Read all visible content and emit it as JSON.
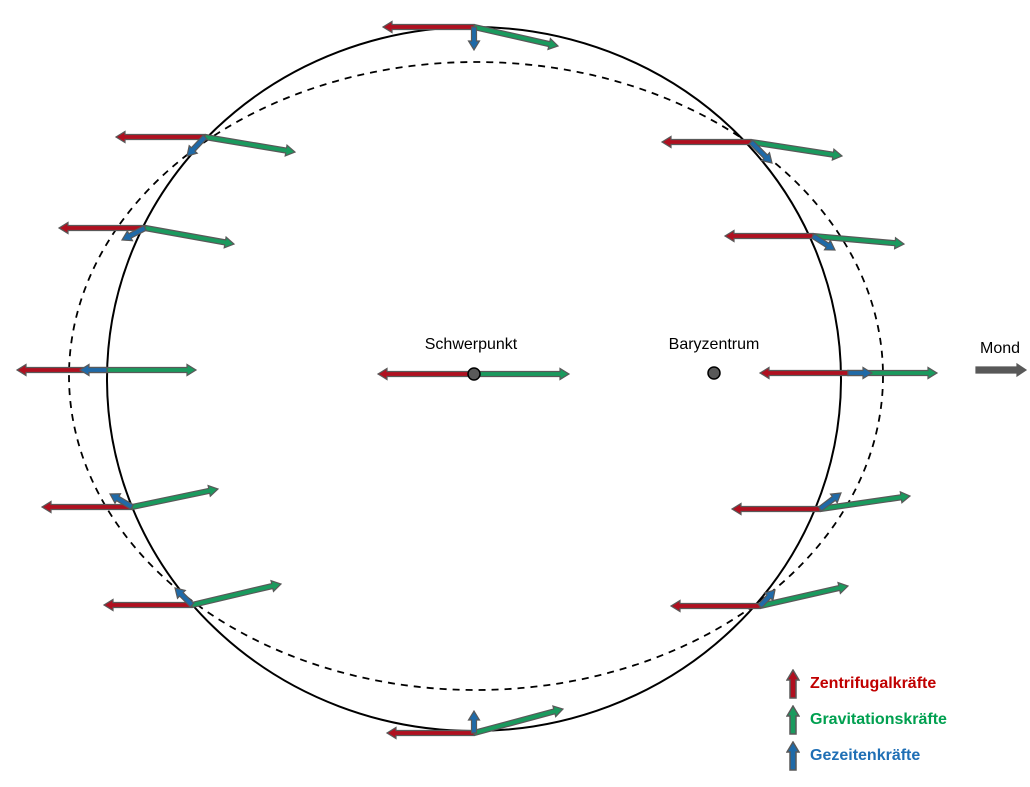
{
  "labels": {
    "center_of_mass": "Schwerpunkt",
    "barycenter": "Baryzentrum",
    "moon": "Mond"
  },
  "legend": [
    {
      "label": "Zentrifugalkräfte",
      "color": "#c00000"
    },
    {
      "label": "Gravitationskräfte",
      "color": "#00a050"
    },
    {
      "label": "Gezeitenkräfte",
      "color": "#1f6fb5"
    }
  ],
  "colors": {
    "centrifugal": "#b01020",
    "gravitation": "#1a9a5e",
    "tidal": "#1f6aa8",
    "outline": "#595959"
  }
}
